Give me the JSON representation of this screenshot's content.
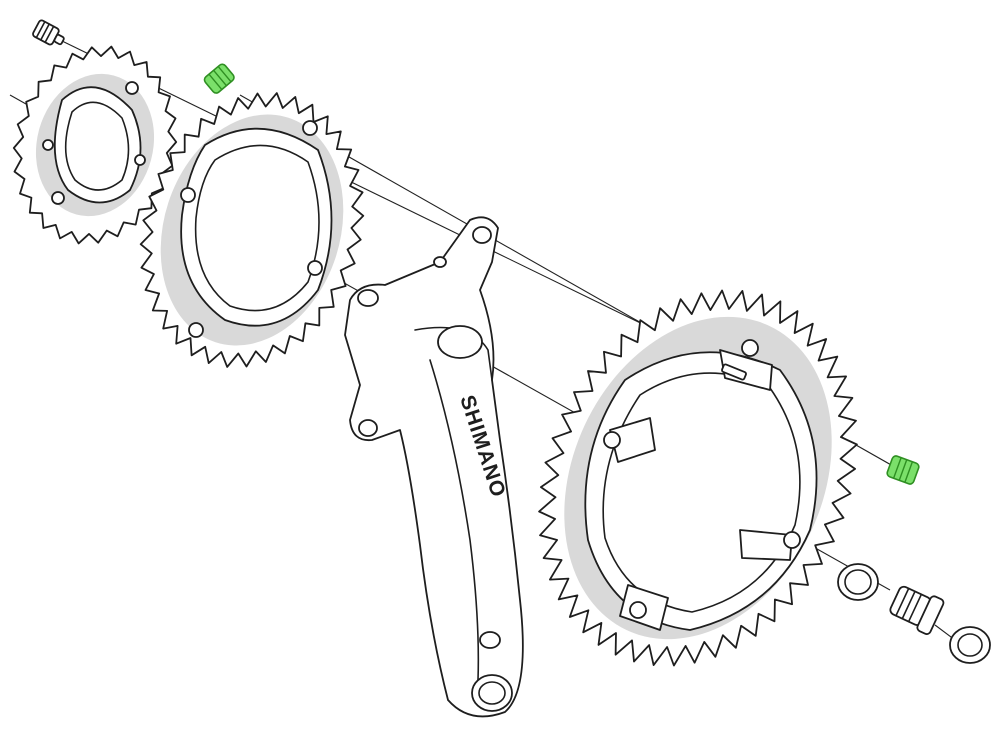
{
  "diagram": {
    "brand_text": "SHIMANO",
    "highlight_color": "#7be06a",
    "line_color": "#1e1e1e",
    "parts": [
      {
        "name": "small-chainring-bolt"
      },
      {
        "name": "small-chainring"
      },
      {
        "name": "middle-chainring-nut"
      },
      {
        "name": "middle-chainring"
      },
      {
        "name": "crank-arm"
      },
      {
        "name": "large-chainring"
      },
      {
        "name": "large-chainring-nut"
      },
      {
        "name": "washer-ring"
      },
      {
        "name": "crank-fixing-bolt"
      },
      {
        "name": "outer-washer"
      }
    ]
  }
}
